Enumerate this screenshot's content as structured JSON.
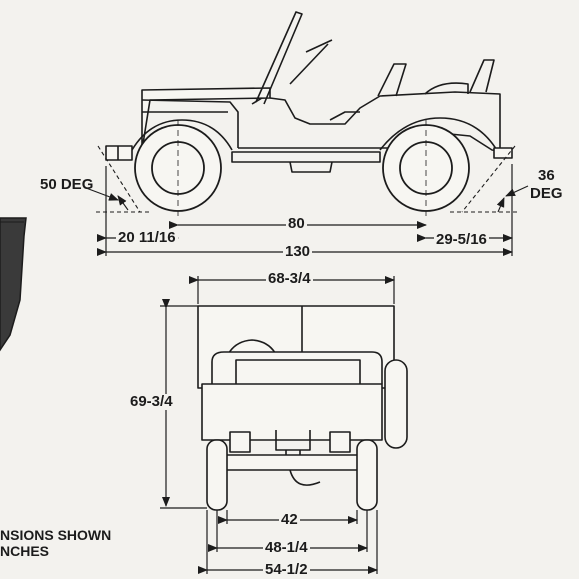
{
  "side_view": {
    "front_angle": "50 DEG",
    "rear_angle_value": "36",
    "rear_angle_unit": "DEG",
    "front_overhang": "20 11/16",
    "wheelbase": "80",
    "rear_overhang": "29-5/16",
    "overall_length": "130"
  },
  "rear_view": {
    "top_width": "68-3/4",
    "overall_height": "69-3/4",
    "tread": "42",
    "track_width": "48-1/4",
    "overall_width": "54-1/2"
  },
  "note": {
    "line1": "NSIONS SHOWN",
    "line2": "NCHES"
  },
  "colors": {
    "ink": "#1c1c1c",
    "paper": "#f3f2ee",
    "fill_dark": "#3a3a3a"
  }
}
